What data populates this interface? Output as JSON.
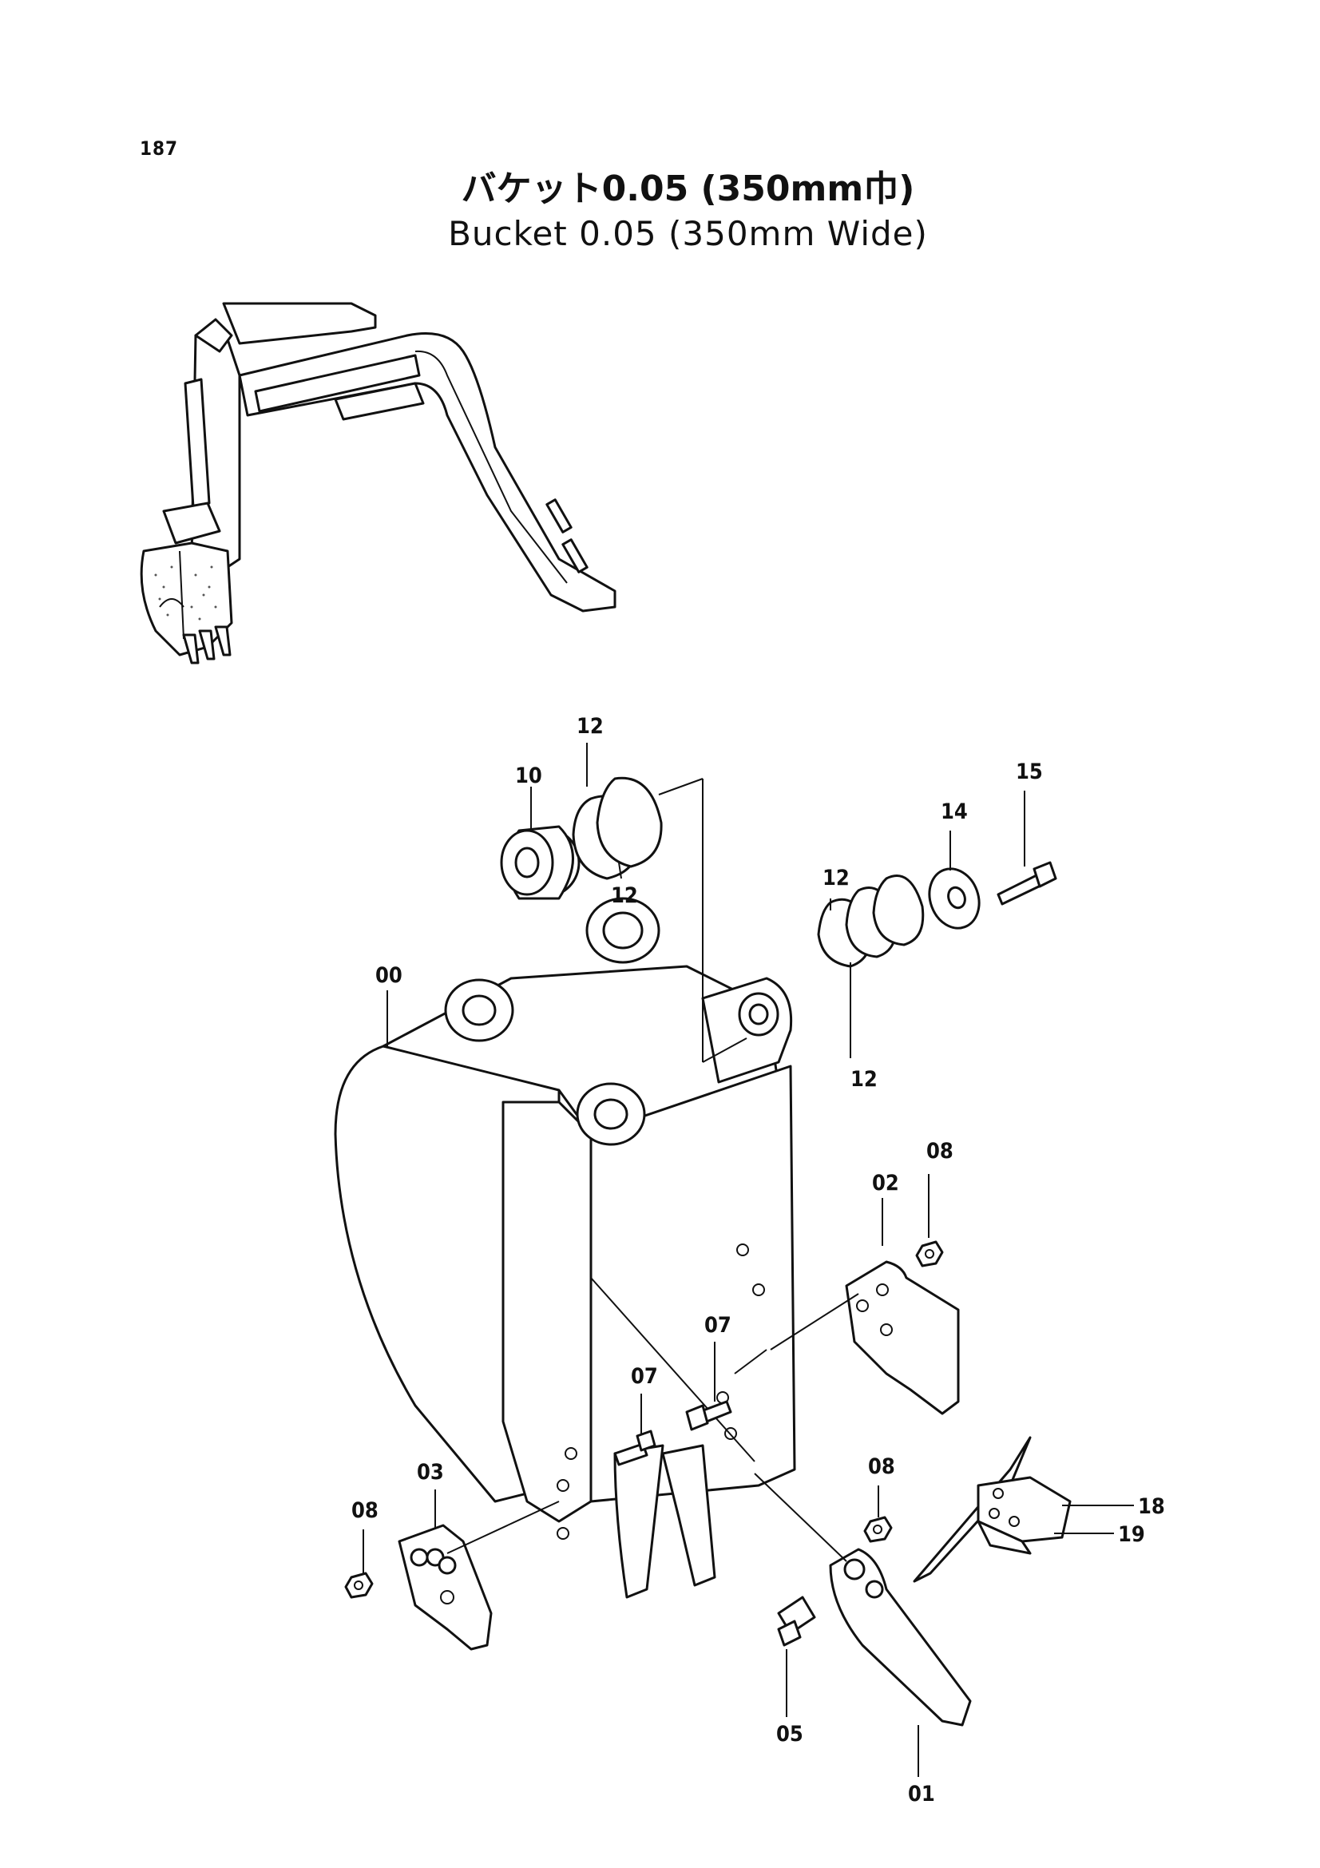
{
  "page": {
    "number": "187",
    "title_ja": "バケット0.05 (350mm巾)",
    "title_en": "Bucket 0.05 (350mm Wide)"
  },
  "callouts": {
    "c00": "00",
    "c01": "01",
    "c02": "02",
    "c03": "03",
    "c05": "05",
    "c07a": "07",
    "c07b": "07",
    "c08a": "08",
    "c08b": "08",
    "c08c": "08",
    "c10": "10",
    "c12a": "12",
    "c12b": "12",
    "c12c": "12",
    "c12d": "12",
    "c14": "14",
    "c15": "15",
    "c18": "18",
    "c19": "19"
  }
}
